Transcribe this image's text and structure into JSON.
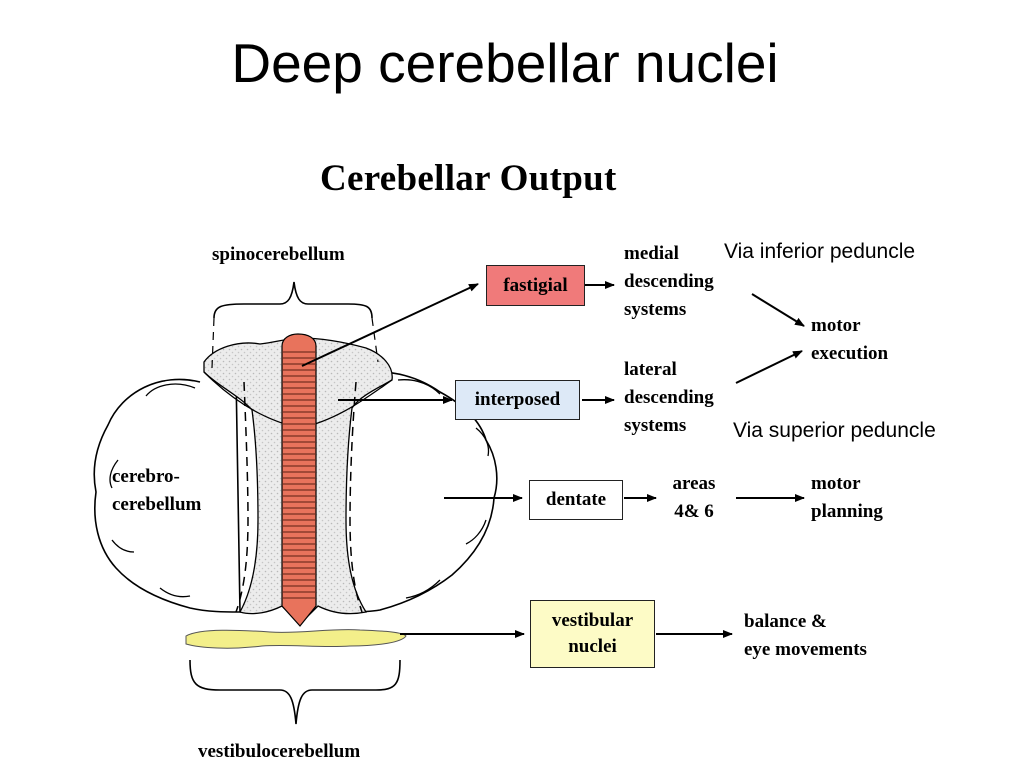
{
  "slide": {
    "title": "Deep cerebellar nuclei",
    "subtitle": "Cerebellar Output"
  },
  "regions": {
    "spinocerebellum": "spinocerebellum",
    "cerebrocerebellum_line1": "cerebro-",
    "cerebrocerebellum_line2": "cerebellum",
    "vestibulocerebellum": "vestibulocerebellum"
  },
  "nuclei": {
    "fastigial": "fastigial",
    "interposed": "interposed",
    "dentate": "dentate",
    "vestibular_line1": "vestibular",
    "vestibular_line2": "nuclei"
  },
  "targets": {
    "medial": [
      "medial",
      "descending",
      "systems"
    ],
    "lateral": [
      "lateral",
      "descending",
      "systems"
    ],
    "areas": [
      "areas",
      "4& 6"
    ],
    "motor_execution": [
      "motor",
      "execution"
    ],
    "motor_planning": [
      "motor",
      "planning"
    ],
    "balance": [
      "balance &",
      "eye movements"
    ]
  },
  "notes": {
    "inferior": "Via inferior peduncle",
    "superior": "Via superior peduncle"
  },
  "colors": {
    "fastigial": "#f07a7a",
    "interposed": "#dde9f7",
    "dentate": "#ffffff",
    "vestibular": "#fdfbc6",
    "vermis": "#e8735c",
    "vestibular_band": "#f3ef8a",
    "paravermis": "#e4e4e4"
  }
}
